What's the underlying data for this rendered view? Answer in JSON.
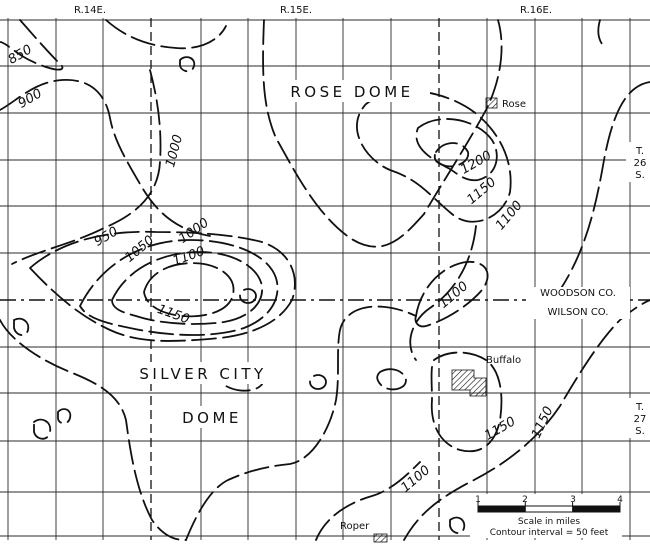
{
  "ranges": [
    "R.14E.",
    "R.15E.",
    "R.16E."
  ],
  "townships": [
    {
      "t": "T.",
      "num": "26",
      "s": "S."
    },
    {
      "t": "T.",
      "num": "27",
      "s": "S."
    }
  ],
  "features": {
    "rose_dome": "ROSE DOME",
    "silver_city": "SILVER CITY",
    "dome": "DOME"
  },
  "counties": {
    "north": "WOODSON CO.",
    "south": "WILSON CO."
  },
  "towns": {
    "rose": "Rose",
    "buffalo": "Buffalo",
    "roper": "Roper"
  },
  "contour_labels": {
    "c850": "850",
    "c900": "900",
    "c950": "950",
    "c1000a": "1000",
    "c1000b": "1000",
    "c1050": "1050",
    "c1100a": "1100",
    "c1150a": "1150",
    "c1200": "1200",
    "c1150b": "1150",
    "c1100b": "1100",
    "c1100c": "1100",
    "c1150c": "1150",
    "c1150d": "1150",
    "c1100d": "1100"
  },
  "scale": {
    "ticks": [
      "1",
      "2",
      "3",
      "4"
    ],
    "caption": "Scale in miles",
    "interval": "Contour interval = 50 feet"
  }
}
